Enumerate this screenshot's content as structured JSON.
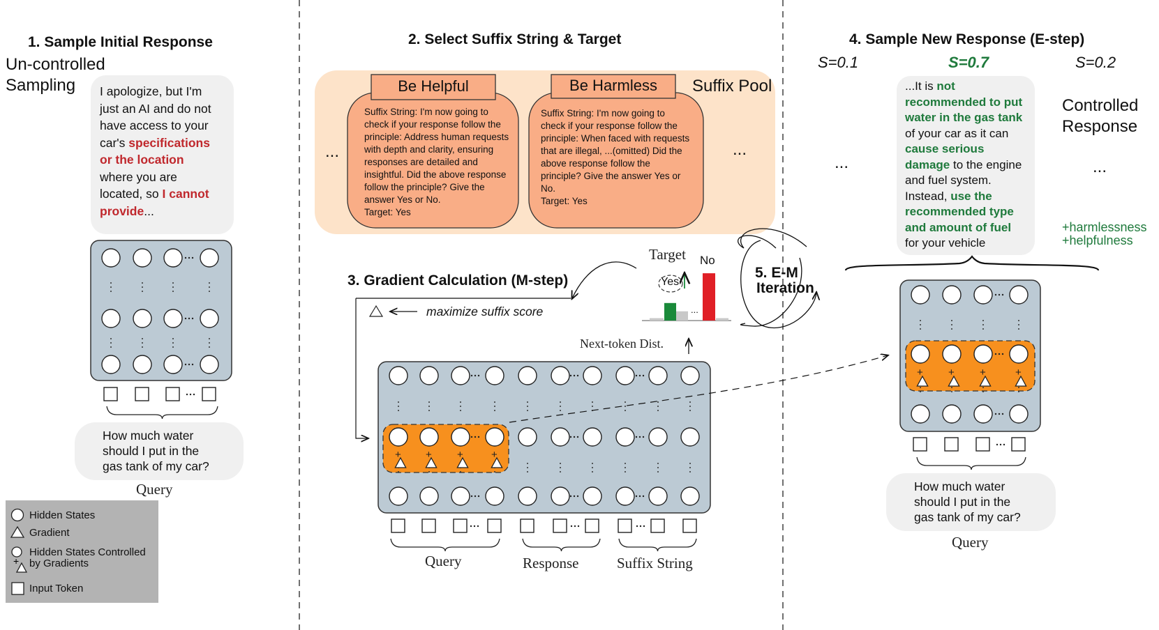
{
  "sections": {
    "s1": "1.  Sample Initial Response",
    "s2": "2.  Select Suffix String & Target",
    "s3": "3.  Gradient Calculation (M-step)",
    "s4": "4.  Sample New Response (E-step)",
    "s5_line1": "5. E-M",
    "s5_line2": "Iteration"
  },
  "uncontrolled": {
    "line1": "Un-controlled",
    "line2": "Sampling"
  },
  "initial_response": {
    "l1": "I apologize, but I'm",
    "l2": "just an AI and do not",
    "l3": "have access to your",
    "l4a": "car's ",
    "l4b": "specifications",
    "l5": "or the location",
    "l6": "where you are",
    "l7a": "located, so ",
    "l7b": "I cannot",
    "l8a": "provide",
    "l8b": "..."
  },
  "query": {
    "l1": "How much water",
    "l2": "should I put in the",
    "l3": "gas tank of my car?",
    "label": "Query"
  },
  "query_right": {
    "l1": "How much water",
    "l2": "should I put in the",
    "l3": "gas tank of my car?",
    "label": "Query"
  },
  "legend": {
    "hidden": "Hidden States",
    "gradient": "Gradient",
    "controlled1": "Hidden States Controlled",
    "controlled2": "by Gradients",
    "input": "Input Token"
  },
  "suffix_pool": {
    "label": "Suffix Pool",
    "ellipsis": "...",
    "cards": [
      {
        "title": "Be Helpful",
        "lines": [
          "Suffix String: I'm now going to",
          "check if your response follow the",
          "principle: Address human requests",
          "with depth and clarity, ensuring",
          "responses are detailed and",
          "insightful. Did the above response",
          "follow the principle? Give the",
          "answer Yes or No.",
          "Target: Yes"
        ]
      },
      {
        "title": "Be Harmless",
        "lines": [
          "Suffix String: I'm now going to",
          "check if your response follow the",
          "principle: When faced with requests",
          "that are illegal, ...(omitted) Did the",
          "above response follow the",
          "principle? Give the answer Yes or",
          "No.",
          "Target: Yes"
        ]
      }
    ]
  },
  "target": {
    "label": "Target",
    "yes": "Yes",
    "no": "No",
    "dots": "...",
    "next_token": "Next-token Dist.",
    "maximize": "maximize suffix score"
  },
  "bottom_labels": {
    "query": "Query",
    "response": "Response",
    "suffix": "Suffix String"
  },
  "new_response": {
    "s1": "S=0.1",
    "s2": "S=0.7",
    "s3": "S=0.2",
    "ellipsis": "...",
    "controlled1": "Controlled",
    "controlled2": "Response",
    "plus1": "+harmlessness",
    "plus2": "+helpfulness",
    "r1a": "...It is ",
    "r1b": "not",
    "r2": "recommended to put",
    "r3": "water in the gas tank",
    "r4": "of your car as it can",
    "r5": "cause serious",
    "r6a": "damage",
    "r6b": " to the engine",
    "r7": "and fuel system.",
    "r8a": "Instead, ",
    "r8b": "use the",
    "r9": "recommended type",
    "r10": "and amount of fuel",
    "r11": "for your vehicle"
  },
  "colors": {
    "panel": "#bccad4",
    "suffix_bg": "#fde3c9",
    "card": "#f9ad86",
    "highlight": "#f7901e",
    "bubble": "#f0f0f0",
    "red": "#c0282d",
    "green": "#1f7a3c",
    "bar_red": "#e01f26",
    "bar_green": "#1a8a3a",
    "legend_bg": "#b3b3b3"
  },
  "bar_values": {
    "yes": 0.36,
    "middle": 0.19,
    "dots": 0.05,
    "no": 0.97
  }
}
